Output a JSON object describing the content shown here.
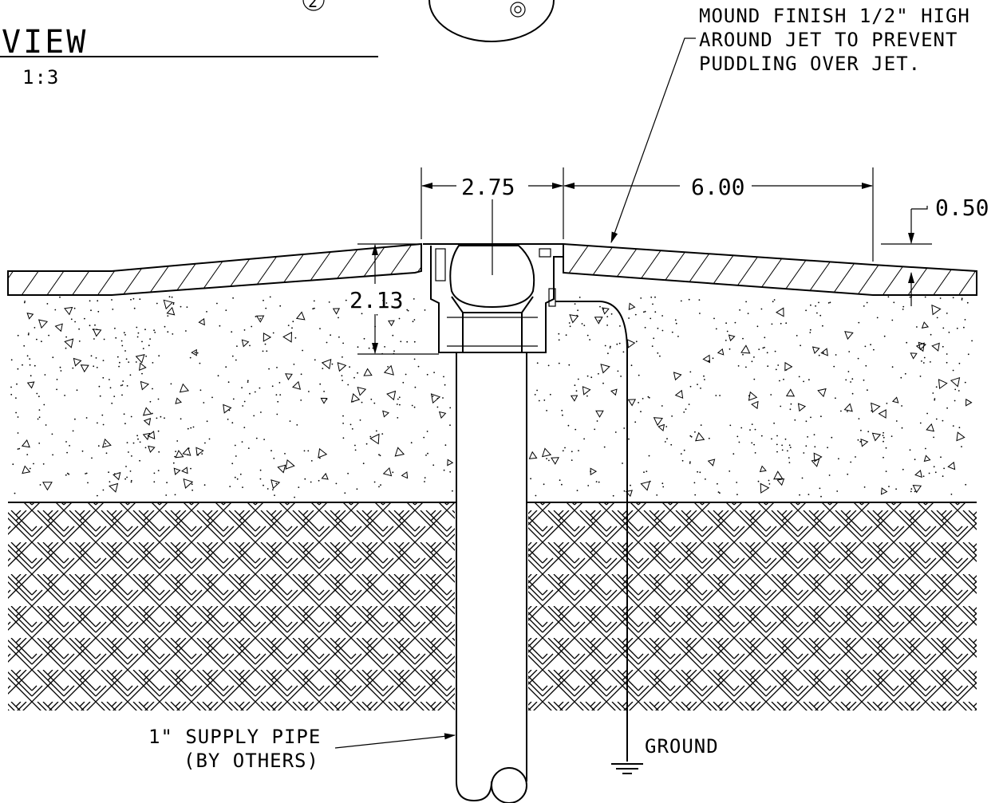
{
  "view_title": "VIEW",
  "view_scale": "1:3",
  "callout_number": "2",
  "note": {
    "line1": "MOUND FINISH 1/2\" HIGH",
    "line2": "AROUND JET TO PREVENT",
    "line3": "PUDDLING OVER JET."
  },
  "dimensions": {
    "jet_width": "2.75",
    "mound_width": "6.00",
    "mound_height": "0.50",
    "jet_depth": "2.13"
  },
  "labels": {
    "supply_line1": "1\" SUPPLY PIPE",
    "supply_line2": "(BY OTHERS)",
    "ground": "GROUND"
  },
  "colors": {
    "ink": "#000000",
    "background": "#ffffff"
  }
}
